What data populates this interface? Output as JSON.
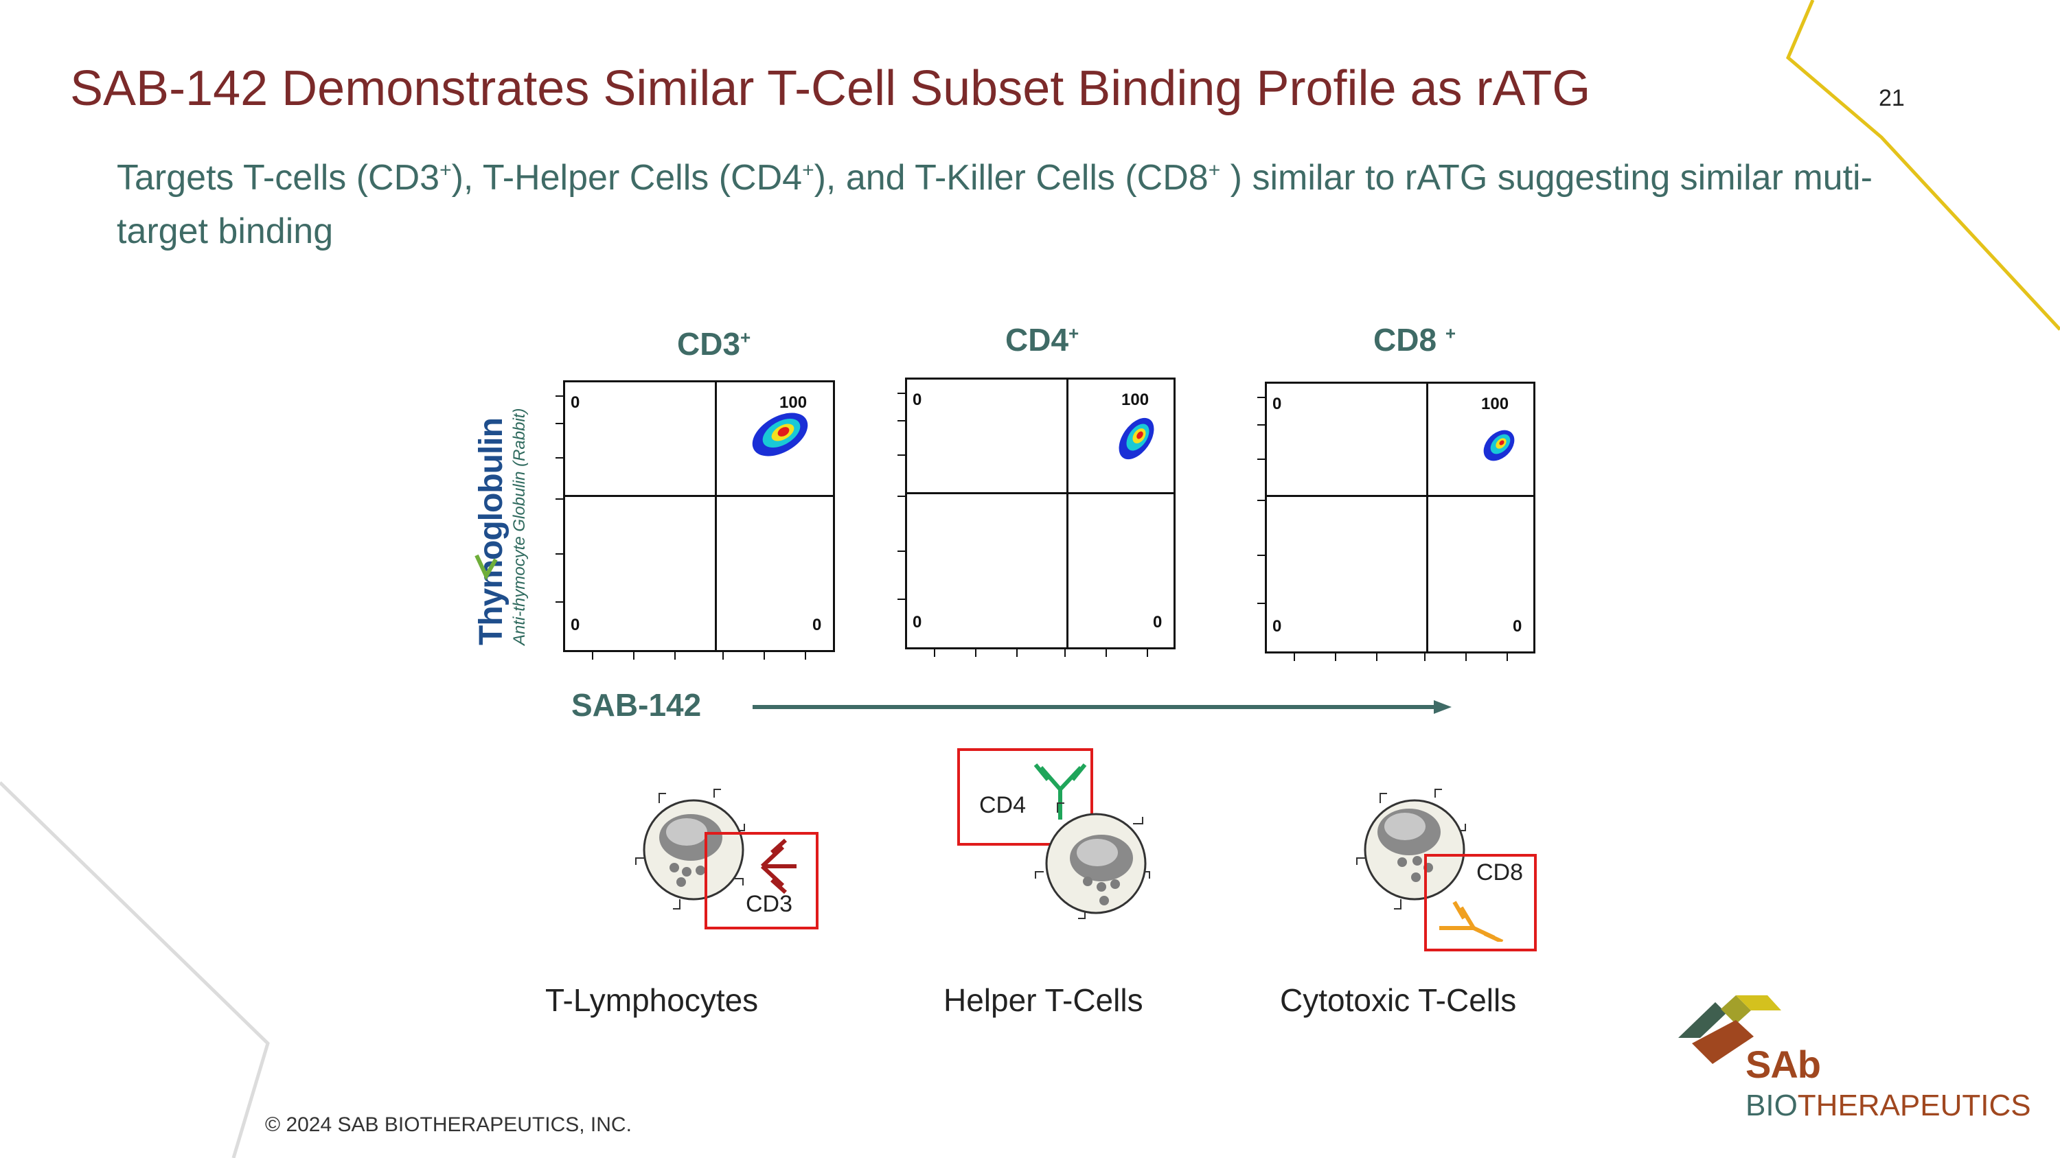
{
  "slide": {
    "title": "SAB-142 Demonstrates Similar T-Cell Subset Binding Profile as rATG",
    "page_number": "21",
    "subtitle": {
      "p1": "Targets T-cells (CD3",
      "sup1": "+",
      "p2": "), T-Helper Cells (CD4",
      "sup2": "+",
      "p3": "), and T-Killer Cells (CD8",
      "sup3": "+",
      "p4": " ) similar to rATG suggesting similar muti-target binding"
    },
    "copyright": "© 2024 SAB BIOTHERAPEUTICS, INC."
  },
  "plots": [
    {
      "title": "CD3",
      "sup": "+",
      "q_tl": "0",
      "q_tr": "100",
      "q_bl": "0",
      "q_br": "0"
    },
    {
      "title": "CD4",
      "sup": "+",
      "q_tl": "0",
      "q_tr": "100",
      "q_bl": "0",
      "q_br": "0"
    },
    {
      "title": "CD8 ",
      "sup": "+",
      "q_tl": "0",
      "q_tr": "100",
      "q_bl": "0",
      "q_br": "0"
    }
  ],
  "y_axis_brand": {
    "name": "Thymoglobulin",
    "sub": "Anti-thymocyte Globulin (Rabbit)"
  },
  "x_axis_label": "SAB-142",
  "cells": [
    {
      "label": "T-Lymphocytes",
      "marker": "CD3",
      "antibody_color": "#a31c1c"
    },
    {
      "label": "Helper T-Cells",
      "marker": "CD4",
      "antibody_color": "#1fa55a"
    },
    {
      "label": "Cytotoxic T-Cells",
      "marker": "CD8",
      "antibody_color": "#f0a020"
    }
  ],
  "logo": {
    "line1": "SAb",
    "line2a": "BIO",
    "line2b": "THERAPEUTICS"
  },
  "colors": {
    "title": "#7b2a2a",
    "teal": "#3f6b66",
    "accent_yellow": "#e4c21a",
    "marker_box": "#e01b1b",
    "logo_brown": "#a0471f"
  }
}
